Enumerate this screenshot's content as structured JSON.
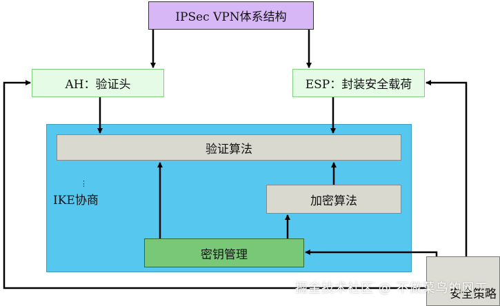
{
  "diagram": {
    "top": "IPSec VPN体系结构",
    "ah": "AH：验证头",
    "esp": "ESP：封装安全载荷",
    "ike": "IKE协商",
    "auth_algo": "验证算法",
    "enc_algo": "加密算法",
    "key_mgmt": "密钥管理",
    "policy": "安全策略"
  },
  "watermark": "掘金技术社区 @ 不做菜鸟的网工",
  "colors": {
    "top_fill": "#d7b7f5",
    "header_fill": "#e6fbe6",
    "ike_fill": "#56c8ef",
    "algo_fill": "#d9d9cf",
    "key_fill": "#78c878"
  }
}
